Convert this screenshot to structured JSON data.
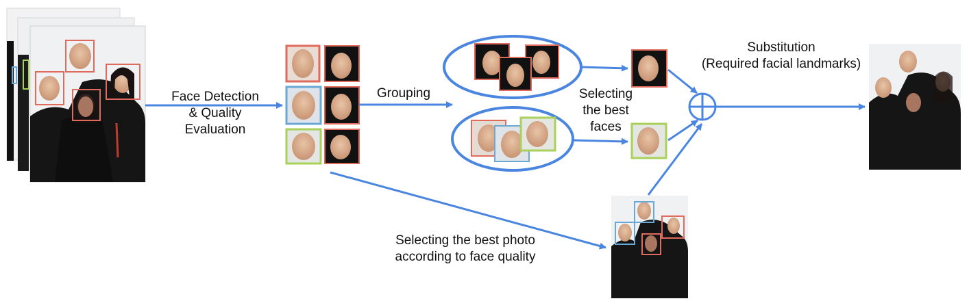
{
  "labels": {
    "detection": [
      "Face Detection",
      "& Quality",
      "Evaluation"
    ],
    "grouping": "Grouping",
    "selecting_faces": [
      "Selecting",
      "the best",
      "faces"
    ],
    "substitution": [
      "Substitution",
      "(Required facial landmarks)"
    ],
    "selecting_photo": [
      "Selecting the best photo",
      "according to face quality"
    ]
  },
  "colors": {
    "arrow": "#4a86e0",
    "box_red": "#e06a5c",
    "box_blue": "#6aa8d8",
    "box_green": "#a9d15a",
    "ellipse": "#4a86e0"
  },
  "icons": {
    "combine": "circle-plus-icon"
  }
}
